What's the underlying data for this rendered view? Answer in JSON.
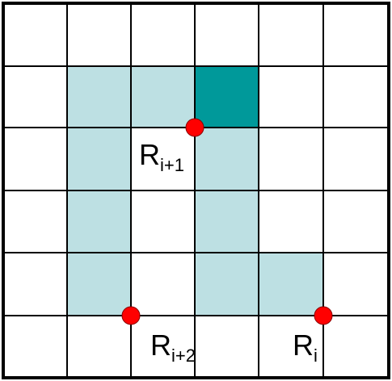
{
  "grid": {
    "rows": 6,
    "cols": 6
  },
  "colors": {
    "light_fill": "#bde0e3",
    "dark_fill": "#00999a",
    "line": "#000000",
    "point": "#ff0000",
    "point_stroke": "#8a0000"
  },
  "cells": [
    {
      "row": 1,
      "col": 1,
      "shade": "light"
    },
    {
      "row": 1,
      "col": 2,
      "shade": "light"
    },
    {
      "row": 1,
      "col": 3,
      "shade": "dark"
    },
    {
      "row": 2,
      "col": 1,
      "shade": "light"
    },
    {
      "row": 2,
      "col": 3,
      "shade": "light"
    },
    {
      "row": 3,
      "col": 1,
      "shade": "light"
    },
    {
      "row": 3,
      "col": 3,
      "shade": "light"
    },
    {
      "row": 4,
      "col": 1,
      "shade": "light"
    },
    {
      "row": 4,
      "col": 3,
      "shade": "light"
    },
    {
      "row": 4,
      "col": 4,
      "shade": "light"
    }
  ],
  "points": [
    {
      "id": "r-i-plus-1",
      "row": 2,
      "col": 3,
      "base": "R",
      "sub": "i+1"
    },
    {
      "id": "r-i-plus-2",
      "row": 5,
      "col": 2,
      "base": "R",
      "sub": "i+2"
    },
    {
      "id": "r-i",
      "row": 5,
      "col": 5,
      "base": "R",
      "sub": "i"
    }
  ]
}
